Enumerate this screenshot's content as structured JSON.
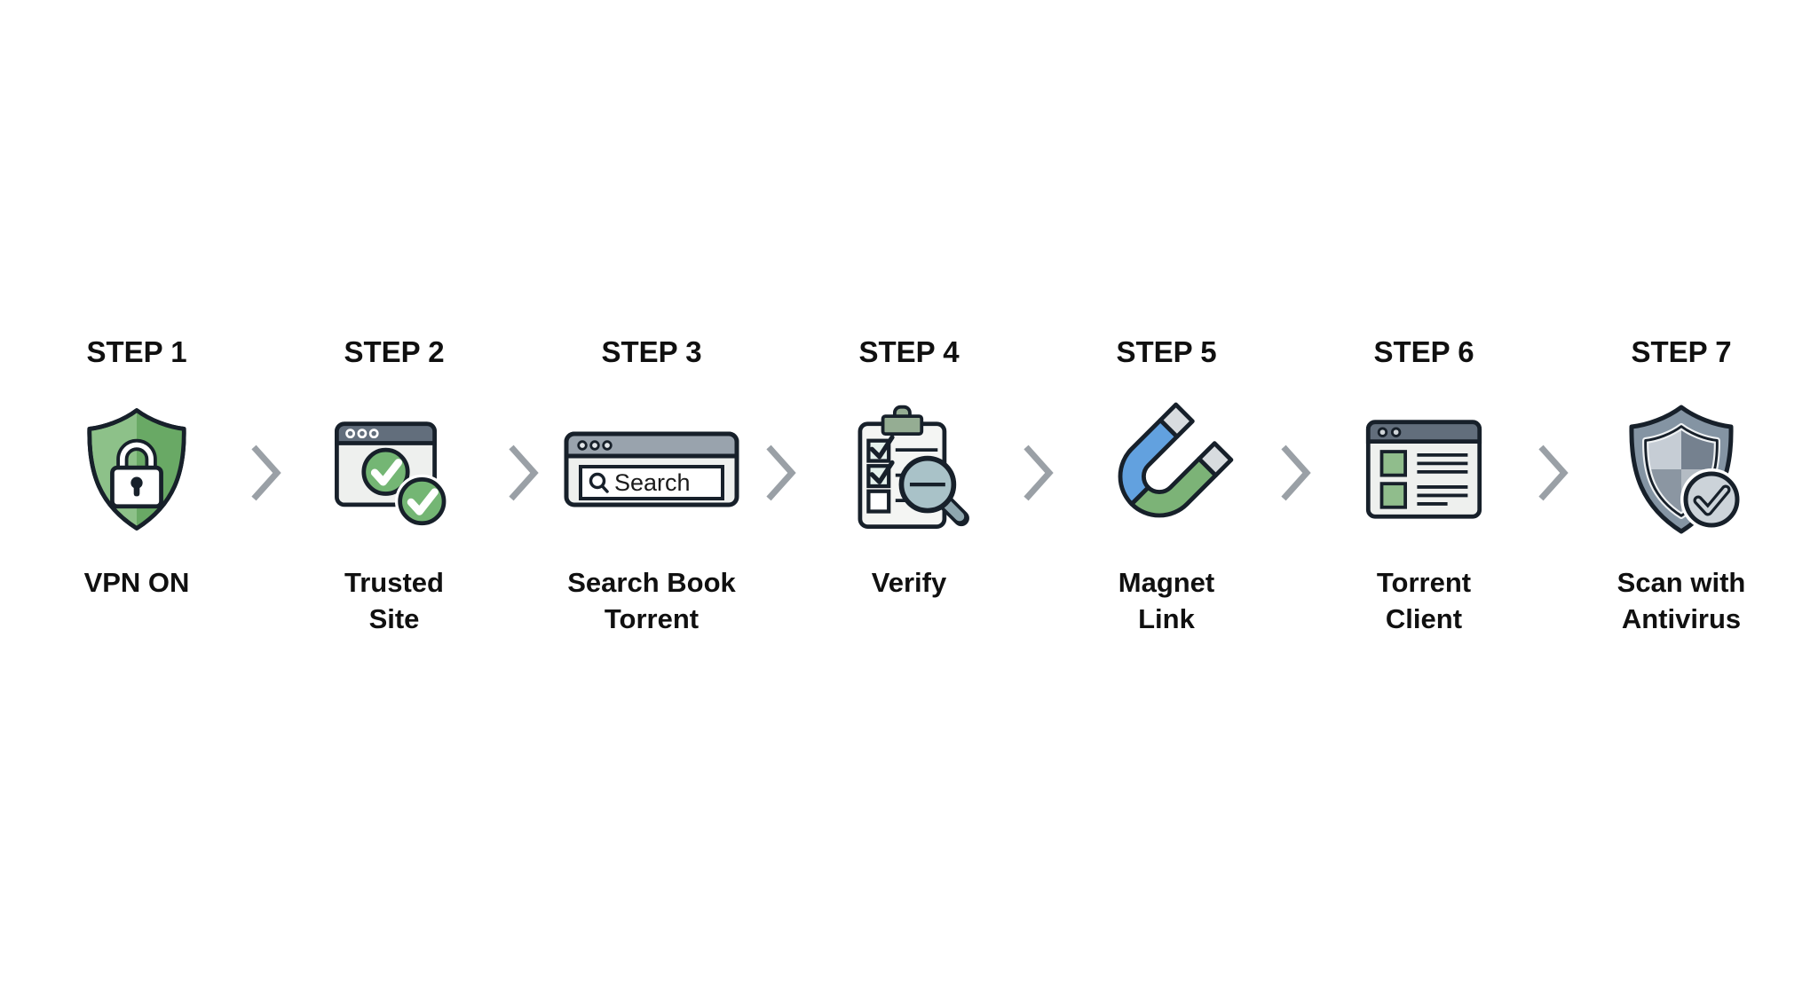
{
  "steps": [
    {
      "step_label": "STEP 1",
      "caption": "VPN ON",
      "icon": "shield-lock-icon"
    },
    {
      "step_label": "STEP 2",
      "caption": "Trusted\nSite",
      "icon": "browser-checkmarks-icon"
    },
    {
      "step_label": "STEP 3",
      "caption": "Search Book\nTorrent",
      "icon": "browser-search-icon",
      "search_text": "Search"
    },
    {
      "step_label": "STEP 4",
      "caption": "Verify",
      "icon": "checklist-magnifier-icon"
    },
    {
      "step_label": "STEP 5",
      "caption": "Magnet\nLink",
      "icon": "magnet-icon"
    },
    {
      "step_label": "STEP 6",
      "caption": "Torrent\nClient",
      "icon": "torrent-client-window-icon"
    },
    {
      "step_label": "STEP 7",
      "caption": "Scan with\nAntivirus",
      "icon": "shield-checkmark-icon"
    }
  ],
  "colors": {
    "outline": "#17202a",
    "shield_green_light": "#8dc189",
    "shield_green_dark": "#69a965",
    "check_green": "#74b674",
    "square_green": "#90bd8c",
    "clip_sage": "#95ad93",
    "titlebar_slate": "#626e7c",
    "titlebar_gray": "#99a3ad",
    "window_body": "#eef0ee",
    "magnet_blue": "#62a1df",
    "magnet_green": "#7cb377",
    "magnet_silver": "#d8dcdf",
    "lens_blue_gray": "#a9c2c8",
    "handle_gray": "#8fa7af",
    "shield_slate": "#8494a3",
    "badge_gray": "#ccd3d9",
    "chevron_gray": "#9aa0a6"
  }
}
